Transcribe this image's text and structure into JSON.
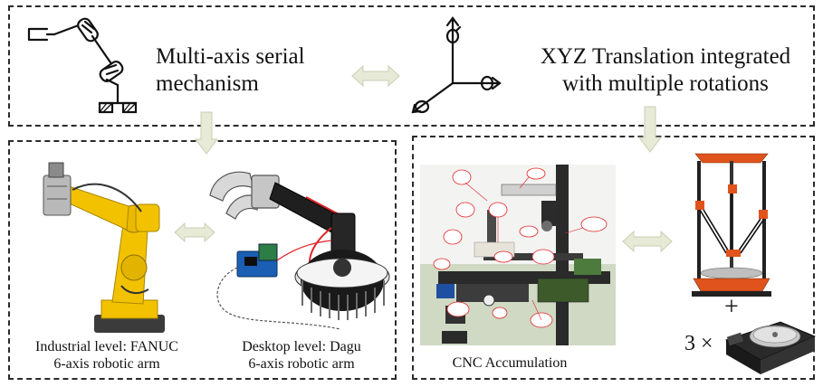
{
  "top": {
    "left_label_line1": "Multi-axis serial",
    "left_label_line2": "mechanism",
    "right_label_line1": "XYZ Translation integrated",
    "right_label_line2": "with multiple rotations"
  },
  "bottom_left": {
    "fanuc_caption_line1": "Industrial level: FANUC",
    "fanuc_caption_line2": "6-axis robotic arm",
    "dagu_caption_line1": "Desktop level: Dagu",
    "dagu_caption_line2": "6-axis robotic arm"
  },
  "bottom_right": {
    "cnc_caption": "CNC Accumulation",
    "plus_sign": "+",
    "multiplier": "3 ×"
  },
  "colors": {
    "arrow_fill": "#e6ead6",
    "arrow_stroke": "#c9cfb4",
    "fanuc_yellow": "#f2c200",
    "dash": "#2a2a2a",
    "printer_orange": "#e0531d"
  },
  "icons": {
    "serial_mechanism": "robot-arm-schematic-icon",
    "xyz_axes": "xyz-axes-rotation-icon"
  }
}
